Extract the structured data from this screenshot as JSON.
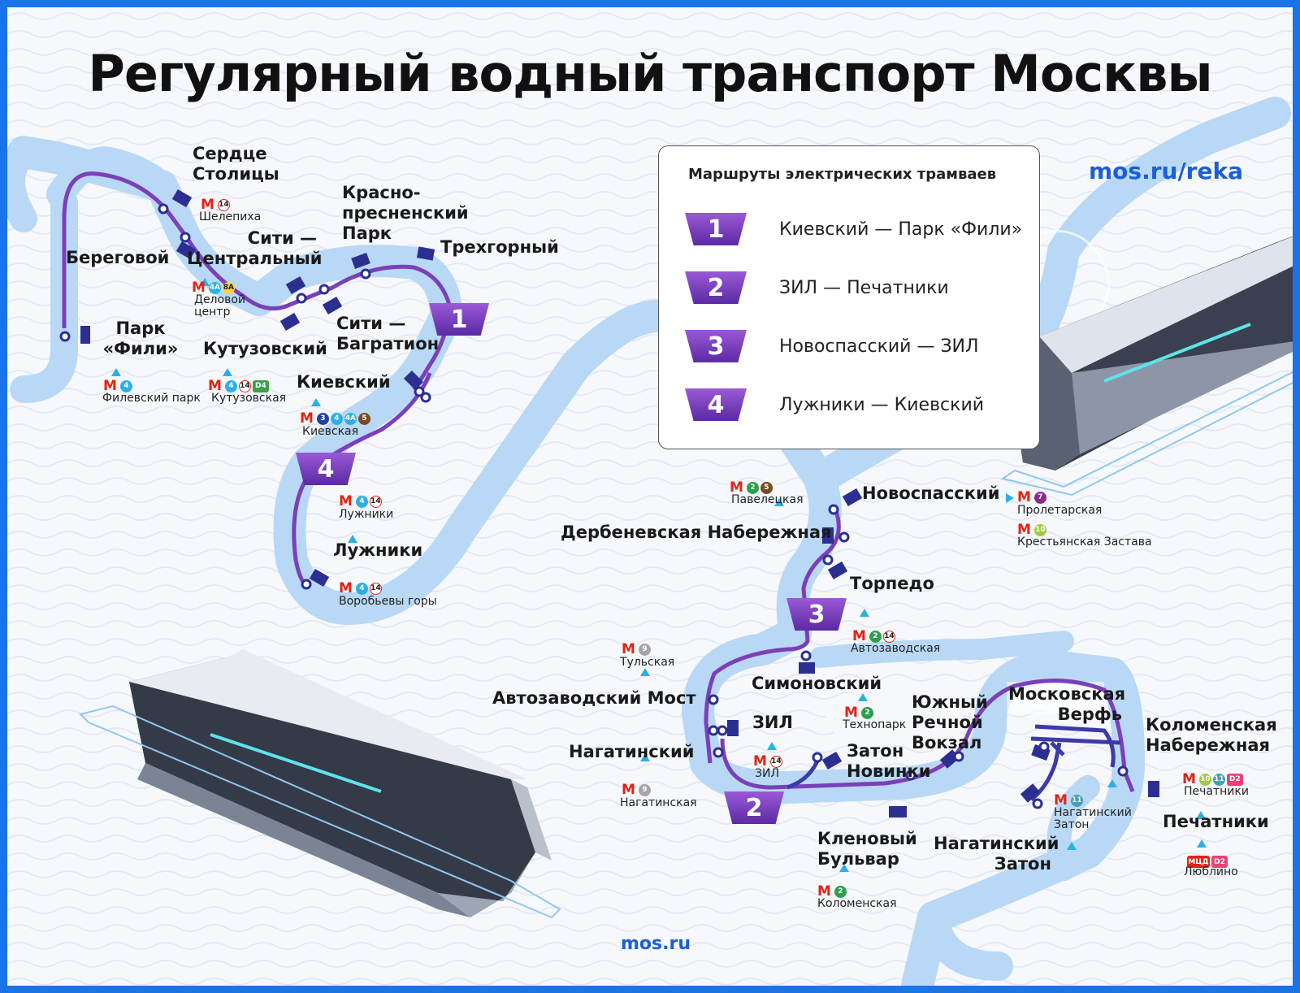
{
  "title": "Регулярный водный транспорт Москвы",
  "site_url_top": "mos.ru/reka",
  "site_url_bottom": "mos.ru",
  "colors": {
    "accent": "#1a73e8",
    "river": "#b8d8f5",
    "route": "#7b3fb8",
    "route2": "#3d3aa8",
    "metro": "#e42313"
  },
  "legend": {
    "title": "Маршруты электрических трамваев",
    "routes": [
      {
        "num": "1",
        "label": "Киевский — Парк «Фили»"
      },
      {
        "num": "2",
        "label": "ЗИЛ — Печатники"
      },
      {
        "num": "3",
        "label": "Новоспасский — ЗИЛ"
      },
      {
        "num": "4",
        "label": "Лужники — Киевский"
      }
    ]
  },
  "route_markers": [
    "1",
    "4",
    "3",
    "2"
  ],
  "metro_letter": "М",
  "stations": {
    "serdce": "Сердце Столицы",
    "beregovoy": "Береговой",
    "city_central": "Сити — Центральный",
    "krasnopresnensky": "Красно- пресненский Парк",
    "trekhgorny": "Трехгорный",
    "park_fili": "Парк «Фили»",
    "kutuzovsky": "Кутузовский",
    "city_bagration": "Сити — Багратион",
    "kievsky": "Киевский",
    "luzhniki": "Лужники",
    "novospassky": "Новоспасский",
    "derbenevskaya": "Дербеневская Набережная",
    "torpedo": "Торпедо",
    "simonovsky": "Симоновский",
    "avtozavodsky_most": "Автозаводский Мост",
    "zil": "ЗИЛ",
    "nagatinsky": "Нагатинский",
    "zaton_novinki": "Затон Новинки",
    "yuzhny": "Южный Речной Вокзал",
    "moskovskaya_verf": "Московская Верфь",
    "kolomenskaya_nab": "Коломенская Набережная",
    "pechatniki": "Печатники",
    "nagatinsky_zaton": "Нагатинский Затон",
    "klenovy": "Кленовый Бульвар"
  },
  "metro": {
    "shelepikha": {
      "name": "Шелепиха",
      "lines": [
        "14"
      ]
    },
    "delovoy": {
      "name": "Деловой центр",
      "lines": [
        "4А",
        "8А"
      ]
    },
    "filevsky": {
      "name": "Филевский парк",
      "lines": [
        "4"
      ]
    },
    "kutuzovskaya": {
      "name": "Кутузовская",
      "lines": [
        "4",
        "14",
        "D4"
      ]
    },
    "kievskaya": {
      "name": "Киевская",
      "lines": [
        "3",
        "4",
        "4А",
        "5"
      ]
    },
    "luzhniki": {
      "name": "Лужники",
      "lines": [
        "4",
        "14"
      ]
    },
    "vorobyovy": {
      "name": "Воробьевы горы",
      "lines": [
        "4",
        "14"
      ]
    },
    "paveletskaya": {
      "name": "Павелецкая",
      "lines": [
        "2",
        "5"
      ]
    },
    "proletarskaya": {
      "name": "Пролетарская",
      "lines": [
        "7"
      ]
    },
    "krestyanskaya": {
      "name": "Крестьянская Застава",
      "lines": [
        "10"
      ]
    },
    "avtozavodskaya": {
      "name": "Автозаводская",
      "lines": [
        "2",
        "14"
      ]
    },
    "tulskaya": {
      "name": "Тульская",
      "lines": [
        "9"
      ]
    },
    "tekhnopark": {
      "name": "Технопарк",
      "lines": [
        "2"
      ]
    },
    "zil": {
      "name": "ЗИЛ",
      "lines": [
        "14"
      ]
    },
    "nagatinskaya": {
      "name": "Нагатинская",
      "lines": [
        "9"
      ]
    },
    "nagatinsky_zaton": {
      "name": "Нагатинский Затон",
      "lines": [
        "11"
      ]
    },
    "pechatniki": {
      "name": "Печатники",
      "lines": [
        "10",
        "11",
        "D2"
      ]
    },
    "lyublino": {
      "name": "Люблино",
      "lines": [
        "МЦД",
        "D2"
      ]
    },
    "kolomenskaya": {
      "name": "Коломенская",
      "lines": [
        "2"
      ]
    }
  }
}
